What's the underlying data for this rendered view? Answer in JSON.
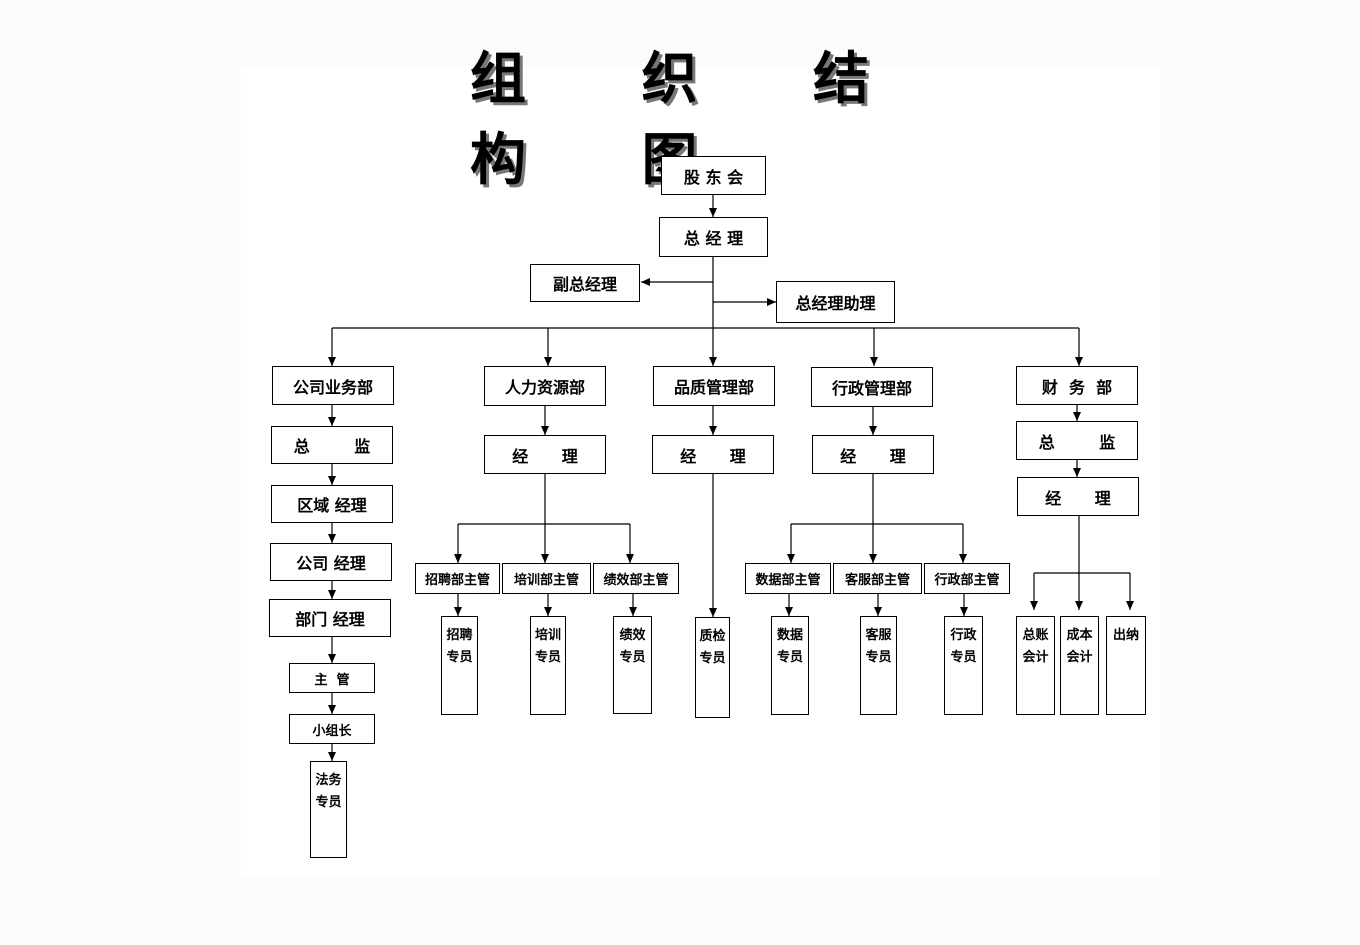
{
  "title": "组 织 结 构 图",
  "nodes": {
    "shareholders": "股 东 会",
    "gm": "总 经 理",
    "deputy_gm": "副总经理",
    "gm_assistant": "总经理助理",
    "biz_dept": "公司业务部",
    "biz_director": "总        监",
    "biz_regional": "区域 经理",
    "biz_company_mgr": "公司 经理",
    "biz_dept_mgr": "部门 经理",
    "biz_supervisor": "主  管",
    "biz_team_lead": "小组长",
    "biz_legal": "法务专员",
    "hr_dept": "人力资源部",
    "hr_mgr": "经      理",
    "hr_recruit_sup": "招聘部主管",
    "hr_training_sup": "培训部主管",
    "hr_perf_sup": "绩效部主管",
    "hr_recruit_spec": "招聘专员",
    "hr_training_spec": "培训专员",
    "hr_perf_spec": "绩效专员",
    "qa_dept": "品质管理部",
    "qa_mgr": "经      理",
    "qa_spec": "质检专员",
    "admin_dept": "行政管理部",
    "admin_mgr": "经      理",
    "admin_data_sup": "数据部主管",
    "admin_cs_sup": "客服部主管",
    "admin_admin_sup": "行政部主管",
    "admin_data_spec": "数据专员",
    "admin_cs_spec": "客服专员",
    "admin_admin_spec": "行政专员",
    "fin_dept": "财  务  部",
    "fin_director": "总        监",
    "fin_mgr": "经      理",
    "fin_general_acct": "总账会计",
    "fin_cost_acct": "成本会计",
    "fin_cashier": "出纳"
  }
}
